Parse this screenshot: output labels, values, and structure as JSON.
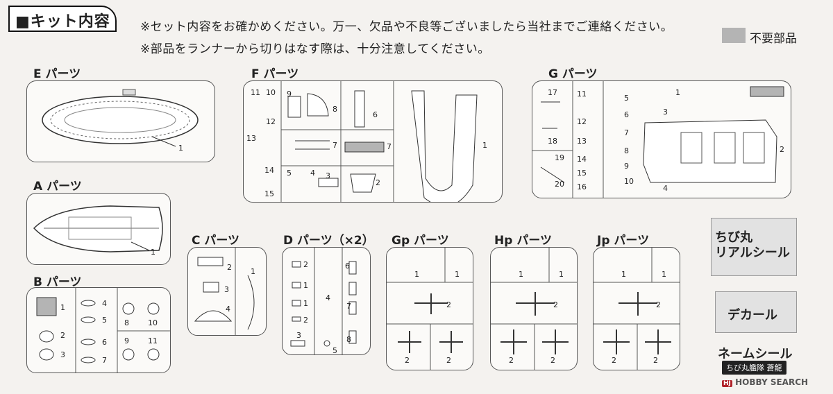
{
  "header": {
    "title": "■キット内容",
    "note1": "※セット内容をお確かめください。万一、欠品や不良等ございましたら当社までご連絡ください。",
    "note2": "※部品をランナーから切りはなす際は、十分注意してください。",
    "legend_label": "不要部品"
  },
  "sheets": {
    "e": {
      "title": "E パーツ",
      "numbers": [
        "1"
      ]
    },
    "a": {
      "title": "A パーツ",
      "numbers": [
        "1"
      ]
    },
    "b": {
      "title": "B パーツ",
      "numbers": [
        "1",
        "2",
        "3",
        "4",
        "5",
        "6",
        "7",
        "8",
        "10",
        "9",
        "11"
      ]
    },
    "c": {
      "title": "C パーツ",
      "numbers": [
        "2",
        "3",
        "4",
        "1"
      ]
    },
    "d": {
      "title": "D パーツ（×2）",
      "numbers": [
        "2",
        "1",
        "1",
        "2",
        "3",
        "4",
        "5",
        "6",
        "7",
        "8"
      ]
    },
    "f": {
      "title": "F パーツ",
      "numbers": [
        "11",
        "10",
        "12",
        "13",
        "14",
        "15",
        "9",
        "8",
        "6",
        "7",
        "7",
        "5",
        "4",
        "3",
        "2",
        "1"
      ]
    },
    "g": {
      "title": "G パーツ",
      "numbers": [
        "17",
        "18",
        "19",
        "20",
        "11",
        "12",
        "13",
        "14",
        "15",
        "16",
        "5",
        "6",
        "7",
        "8",
        "9",
        "10",
        "1",
        "3",
        "4",
        "2"
      ]
    },
    "gp": {
      "title": "Gp パーツ",
      "numbers": [
        "1",
        "1",
        "2",
        "2",
        "2"
      ]
    },
    "hp": {
      "title": "Hp パーツ",
      "numbers": [
        "1",
        "1",
        "2",
        "2",
        "2"
      ]
    },
    "jp": {
      "title": "Jp パーツ",
      "numbers": [
        "1",
        "1",
        "2",
        "2",
        "2"
      ]
    }
  },
  "stickers": {
    "real_seal": "ちび丸\nリアルシール",
    "decal": "デカール",
    "name_seal": "ネームシール",
    "name_badge": "ちび丸艦隊 蒼龍"
  },
  "watermark": {
    "logo": "HJ",
    "text": "HOBBY SEARCH"
  },
  "colors": {
    "unused_part": "#b4b4b4"
  }
}
